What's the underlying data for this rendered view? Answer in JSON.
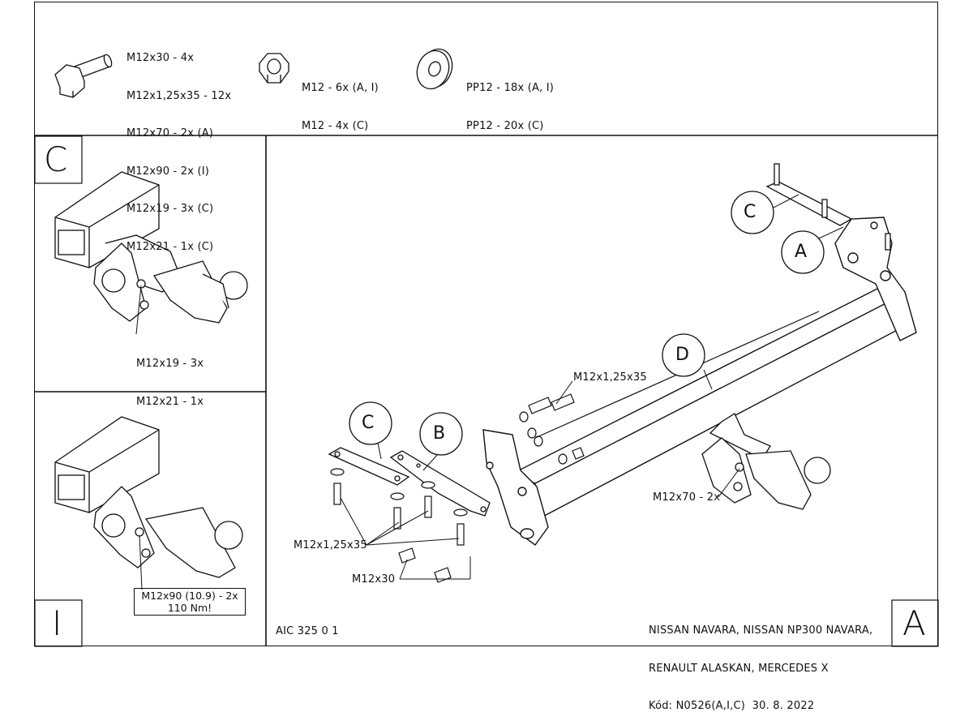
{
  "hardware_legend": {
    "bolts": [
      "M12x30 - 4x",
      "M12x1,25x35 - 12x",
      "M12x70 - 2x (A)",
      "M12x90 - 2x (I)",
      "M12x19 - 3x (C)",
      "M12x21 - 1x (C)"
    ],
    "nuts": [
      "M12 - 6x (A, I)",
      "M12 - 4x (C)"
    ],
    "washers": [
      "PP12 - 18x (A, I)",
      "PP12 - 20x (C)"
    ]
  },
  "panel_c": {
    "letter": "C",
    "labels": [
      "M12x19 - 3x",
      "M12x21 - 1x"
    ]
  },
  "panel_i": {
    "letter": "I",
    "note_line1": "M12x90 (10.9) - 2x",
    "note_line2": "110 Nm!"
  },
  "main": {
    "letter": "A",
    "callouts": [
      "C",
      "A",
      "D",
      "C",
      "B"
    ],
    "labels": {
      "m12x125x35_top": "M12x1,25x35",
      "m12x125x35_bottom": "M12x1,25x35",
      "m12x30": "M12x30",
      "m12x70": "M12x70 - 2x"
    },
    "drawing_code": "AIC 325 0 1",
    "vehicles_line1": "NISSAN NAVARA, NISSAN NP300 NAVARA,",
    "vehicles_line2": "RENAULT ALASKAN, MERCEDES X",
    "kod_line": "Kód: N0526(A,I,C)  30. 8. 2022"
  }
}
